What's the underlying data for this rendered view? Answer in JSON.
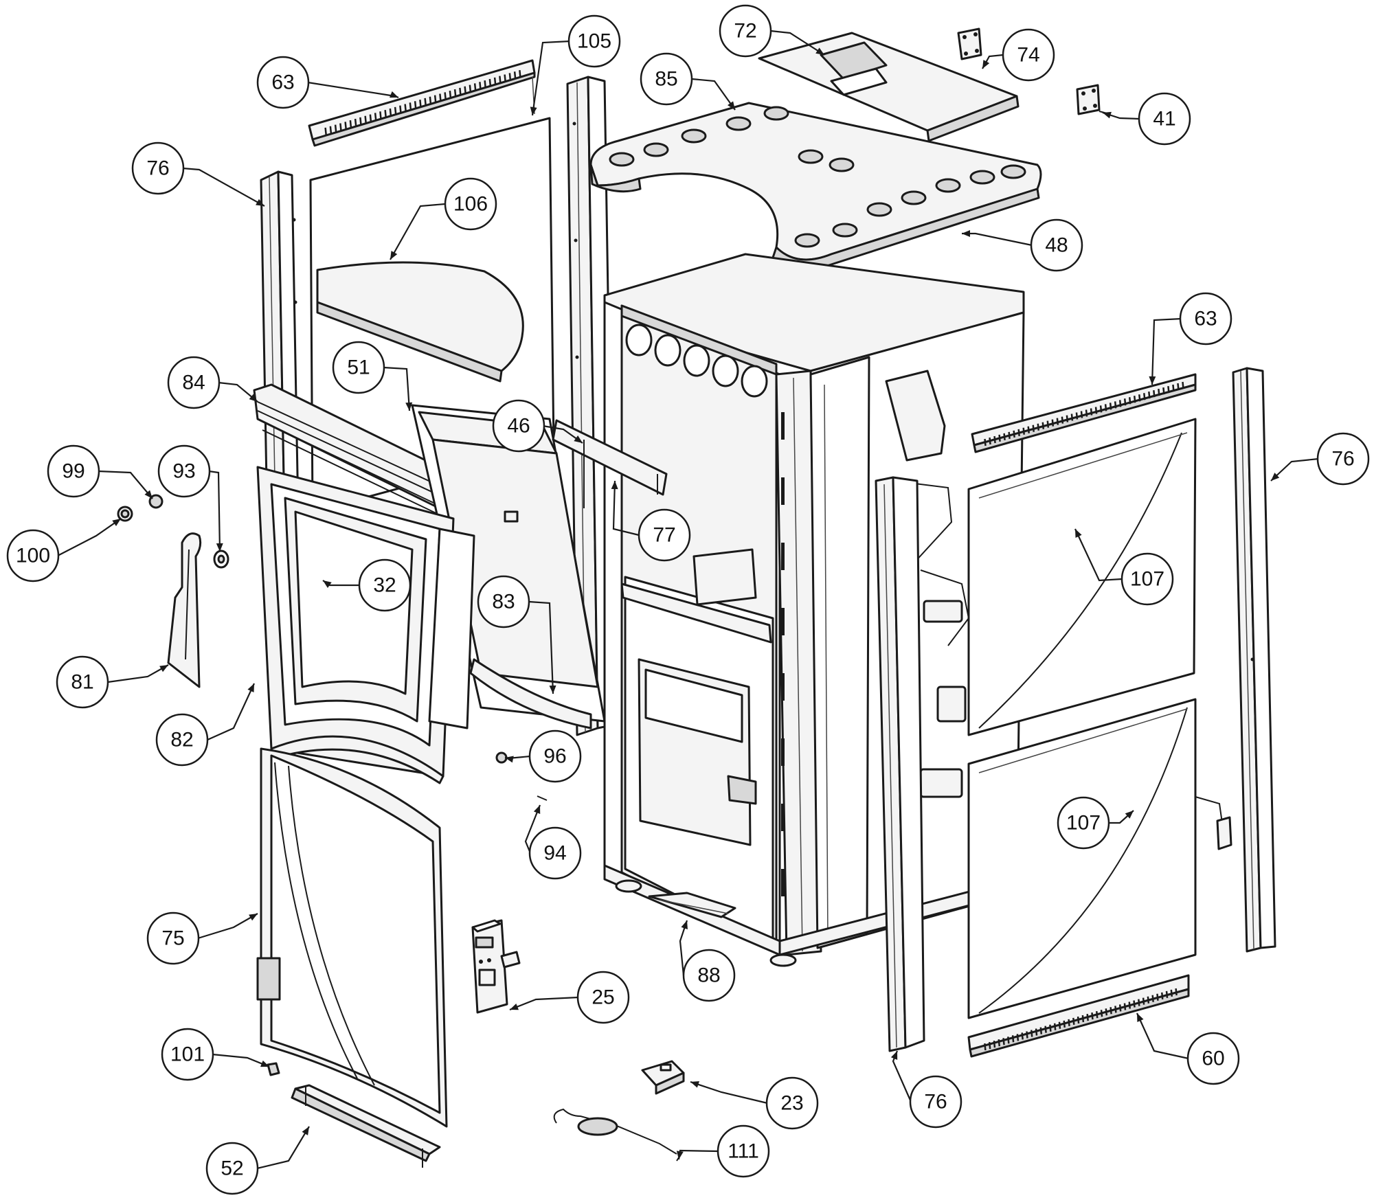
{
  "diagram": {
    "callouts": [
      {
        "id": "c63a",
        "label": "63"
      },
      {
        "id": "c105",
        "label": "105"
      },
      {
        "id": "c72",
        "label": "72"
      },
      {
        "id": "c74",
        "label": "74"
      },
      {
        "id": "c85",
        "label": "85"
      },
      {
        "id": "c41",
        "label": "41"
      },
      {
        "id": "c76a",
        "label": "76"
      },
      {
        "id": "c106",
        "label": "106"
      },
      {
        "id": "c48",
        "label": "48"
      },
      {
        "id": "c63b",
        "label": "63"
      },
      {
        "id": "c84",
        "label": "84"
      },
      {
        "id": "c51",
        "label": "51"
      },
      {
        "id": "c46",
        "label": "46"
      },
      {
        "id": "c99",
        "label": "99"
      },
      {
        "id": "c93",
        "label": "93"
      },
      {
        "id": "c76b",
        "label": "76"
      },
      {
        "id": "c100",
        "label": "100"
      },
      {
        "id": "c77",
        "label": "77"
      },
      {
        "id": "c32",
        "label": "32"
      },
      {
        "id": "c107a",
        "label": "107"
      },
      {
        "id": "c83",
        "label": "83"
      },
      {
        "id": "c81",
        "label": "81"
      },
      {
        "id": "c82",
        "label": "82"
      },
      {
        "id": "c96",
        "label": "96"
      },
      {
        "id": "c107b",
        "label": "107"
      },
      {
        "id": "c94",
        "label": "94"
      },
      {
        "id": "c75",
        "label": "75"
      },
      {
        "id": "c88",
        "label": "88"
      },
      {
        "id": "c25",
        "label": "25"
      },
      {
        "id": "c101",
        "label": "101"
      },
      {
        "id": "c60",
        "label": "60"
      },
      {
        "id": "c23",
        "label": "23"
      },
      {
        "id": "c76c",
        "label": "76"
      },
      {
        "id": "c52",
        "label": "52"
      },
      {
        "id": "c111",
        "label": "111"
      }
    ]
  }
}
